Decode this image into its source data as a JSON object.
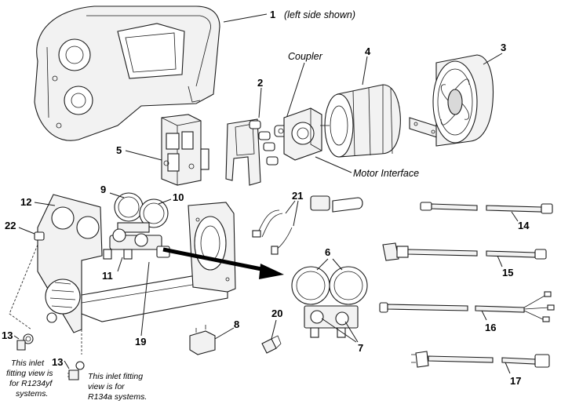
{
  "callouts": {
    "c1": "1",
    "c1_note": "(left side shown)",
    "c2": "2",
    "c3": "3",
    "c4": "4",
    "c5": "5",
    "c6": "6",
    "c7": "7",
    "c8": "8",
    "c9": "9",
    "c10": "10",
    "c11": "11",
    "c12": "12",
    "c13a": "13",
    "c13b": "13",
    "c14": "14",
    "c15": "15",
    "c16": "16",
    "c17": "17",
    "c19": "19",
    "c20": "20",
    "c21": "21",
    "c22": "22"
  },
  "labels": {
    "coupler": "Coupler",
    "motor_interface": "Motor Interface"
  },
  "notes": {
    "r1234yf": [
      "This inlet",
      "fitting view is",
      "for R1234yf",
      "systems."
    ],
    "r134a": [
      "This inlet fitting",
      "view is for",
      "R134a systems."
    ]
  },
  "icons": [
    "housing",
    "motor",
    "fan",
    "gauge",
    "hose",
    "power-cord",
    "arrow"
  ]
}
